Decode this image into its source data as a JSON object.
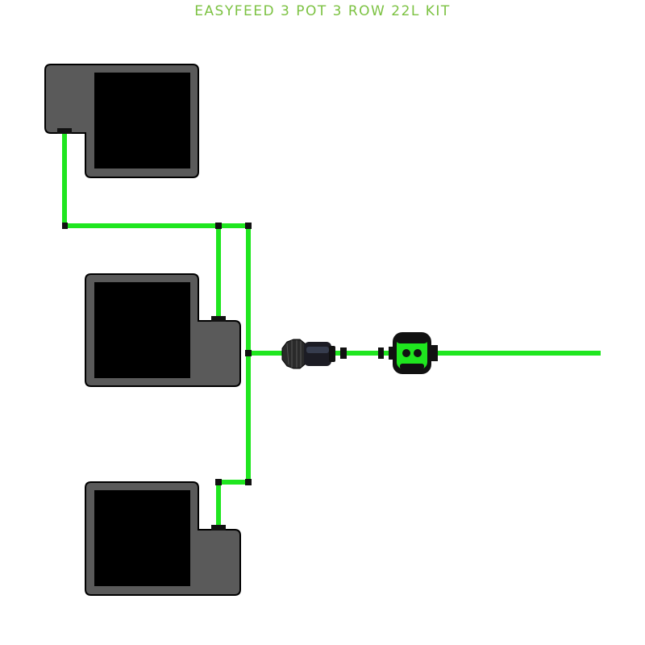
{
  "title": "EASYFEED 3 POT 3 ROW 22L KIT",
  "colors": {
    "title": "#7cc242",
    "hose": "#1fe61f",
    "pot_body": "#5a5a5a",
    "pot_inner": "#000000",
    "connector": "#111111"
  },
  "components": {
    "pots": [
      {
        "name": "pot-1"
      },
      {
        "name": "pot-2"
      },
      {
        "name": "pot-3"
      }
    ],
    "filter": {
      "icon": "inline-filter-icon"
    },
    "valve": {
      "icon": "shutoff-valve-icon"
    }
  }
}
